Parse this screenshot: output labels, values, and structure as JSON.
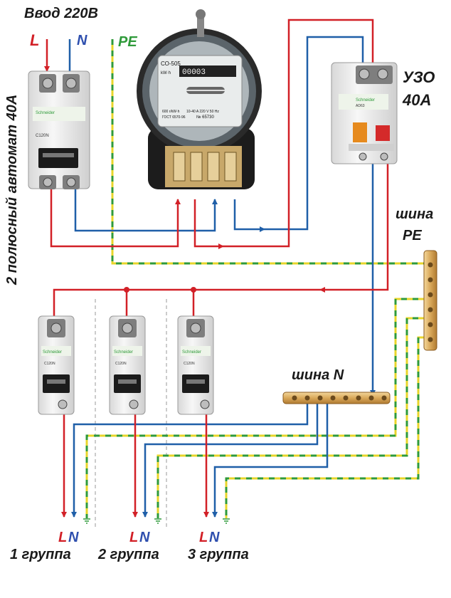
{
  "title": "Ввод 220В",
  "input_labels": {
    "L": "L",
    "N": "N",
    "PE": "PE"
  },
  "main_breaker_label": "2 полюсный автомат 40А",
  "meter": {
    "model": "СО-505",
    "unit": "kW·h",
    "digits": "00003",
    "serial": "№ 65730",
    "rating": "10-40 A   220 V   50 Hz",
    "gost": "ГОСТ 6570-96",
    "const": "600 r/kW·h"
  },
  "rcd_label": {
    "line1": "УЗО",
    "line2": "40А"
  },
  "pe_bus_label": {
    "line1": "шина",
    "line2": "PE"
  },
  "n_bus_label": "шина N",
  "breaker_brand": "Schneider",
  "breaker_model": "C120N",
  "rcd_model": "AD63",
  "groups": [
    {
      "L": "L",
      "N": "N",
      "name": "1 группа"
    },
    {
      "L": "L",
      "N": "N",
      "name": "2 группа"
    },
    {
      "L": "L",
      "N": "N",
      "name": "3 группа"
    }
  ],
  "colors": {
    "phase": "#d22027",
    "neutral": "#1f5fa8",
    "pe_yellow": "#e8d52a",
    "pe_green": "#2f9a3a",
    "label_L": "#d22027",
    "label_N": "#2e4fae",
    "label_PE": "#2f9a3a"
  }
}
